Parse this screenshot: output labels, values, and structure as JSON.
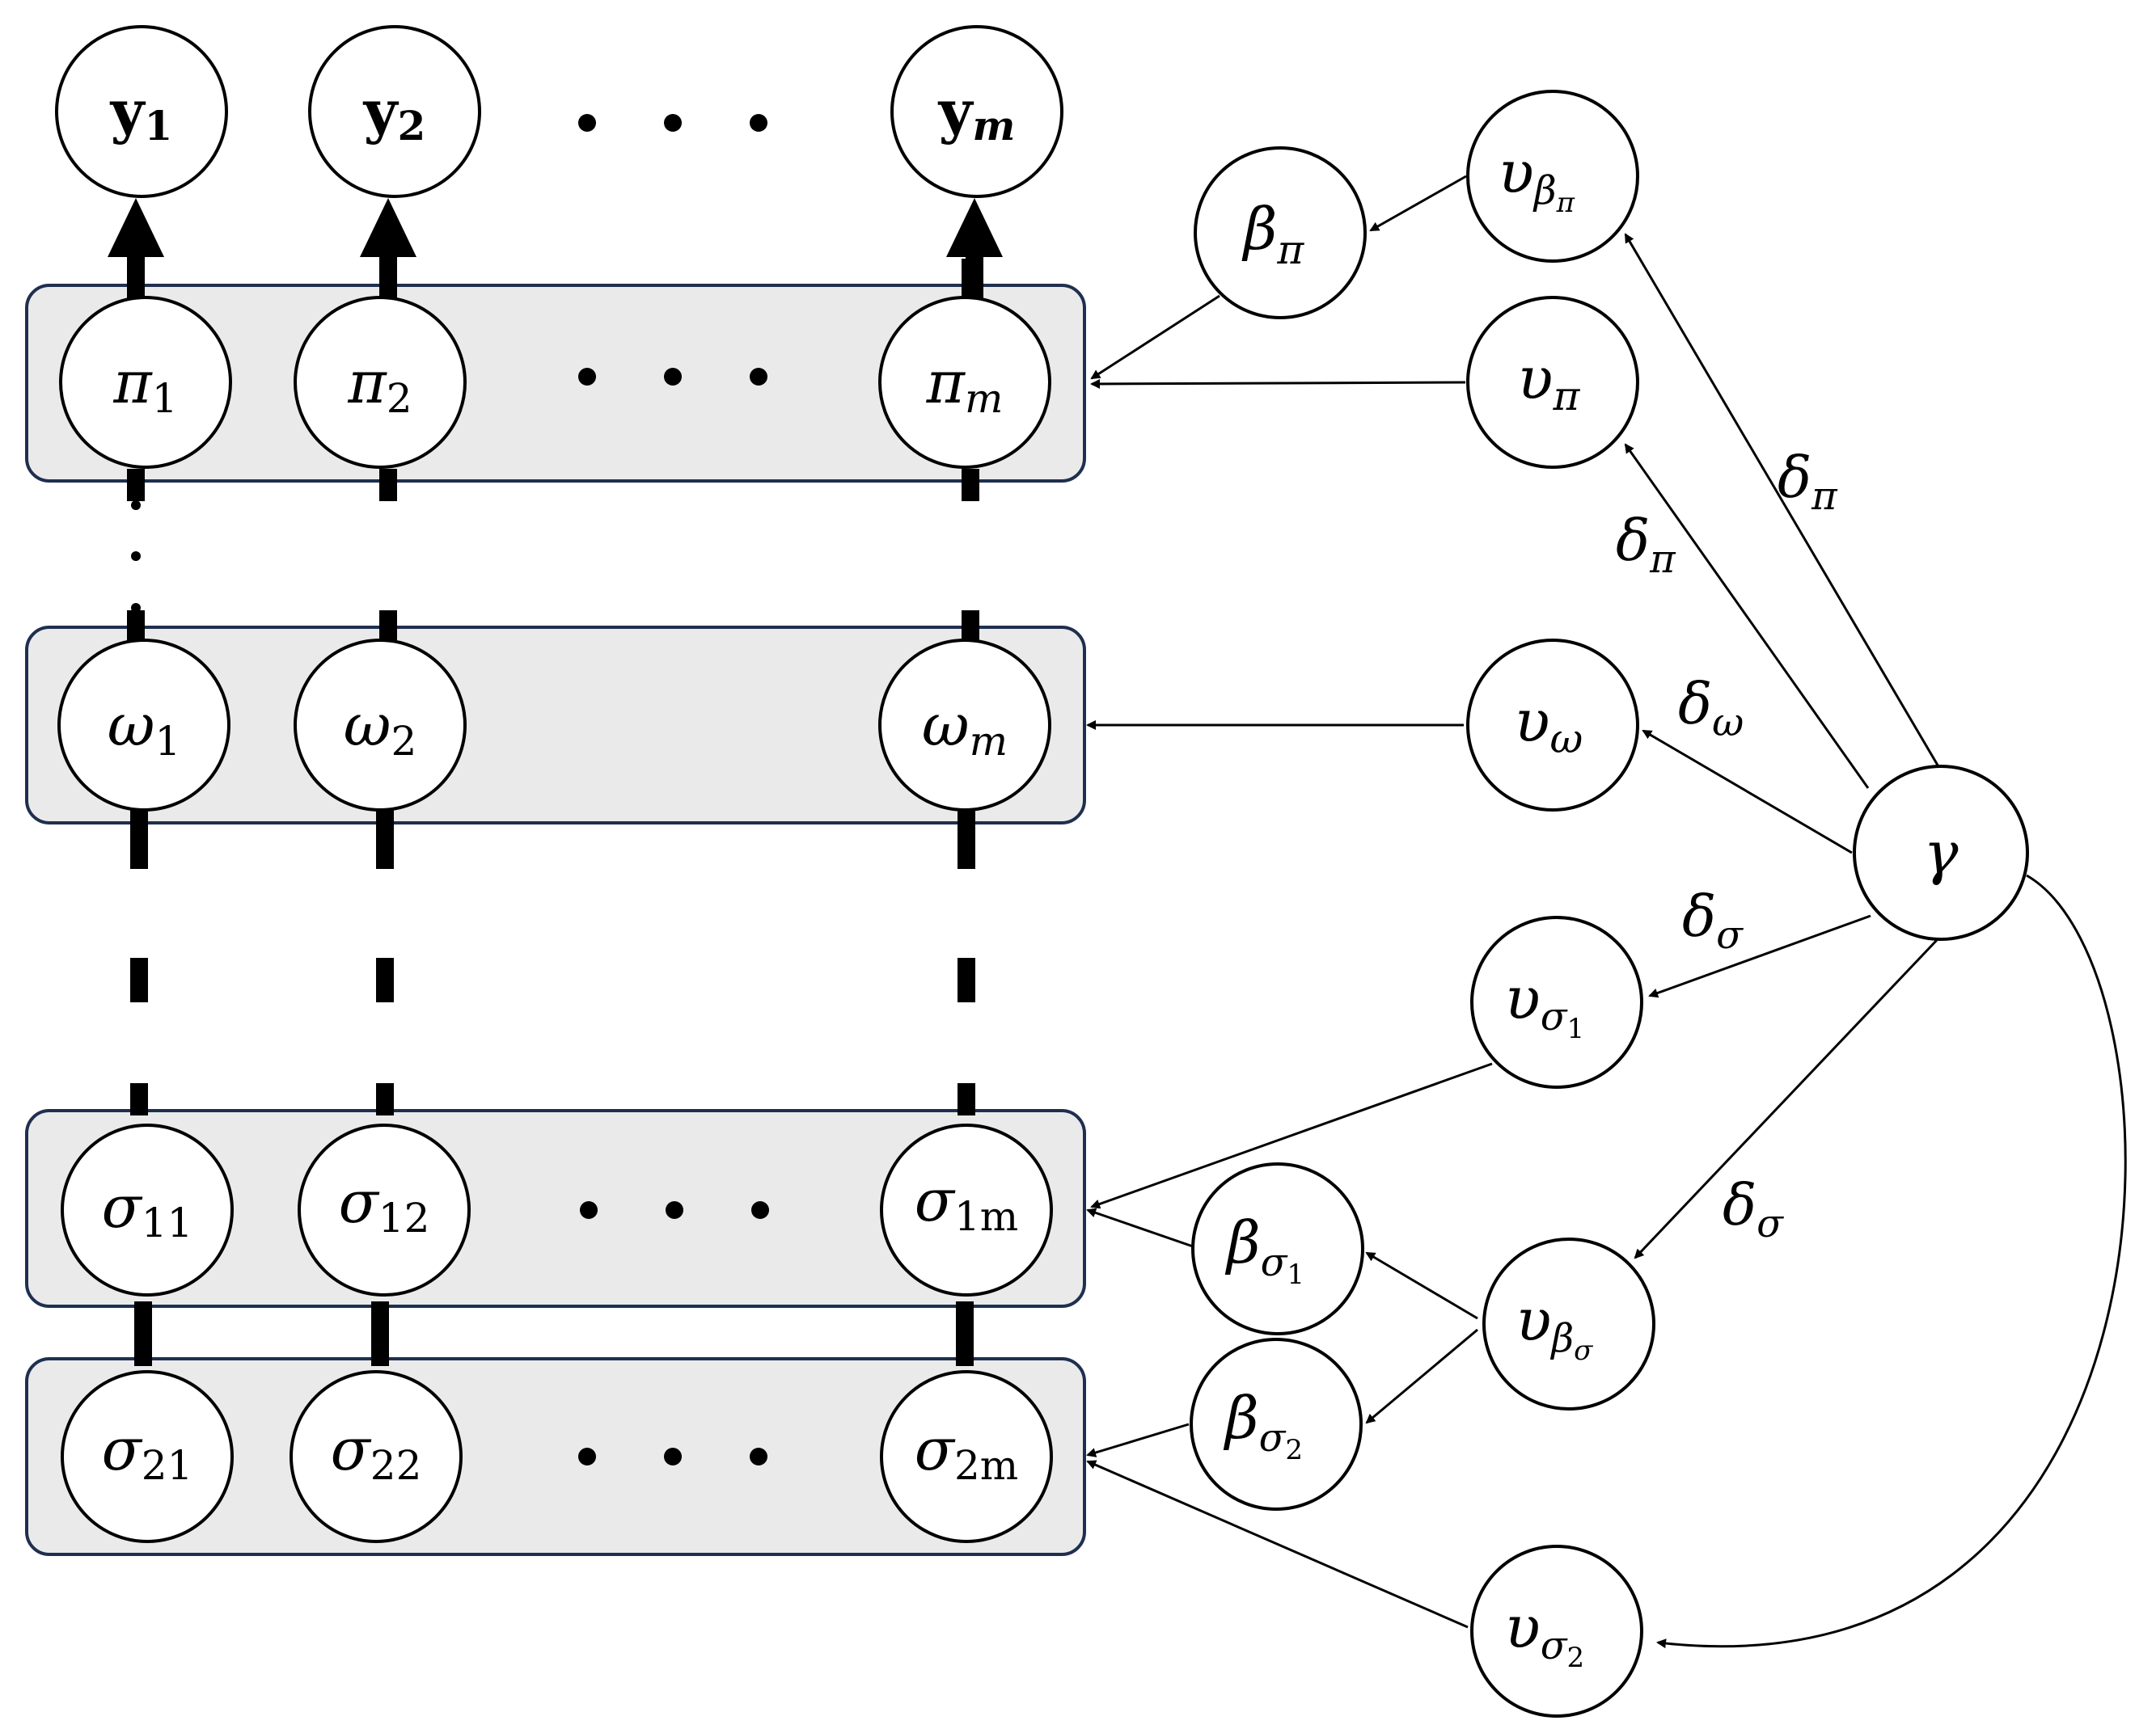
{
  "nodes": {
    "y1": {
      "base": "y",
      "sub": "1",
      "bold": true
    },
    "y2": {
      "base": "y",
      "sub": "2",
      "bold": true
    },
    "ym": {
      "base": "y",
      "sub": "m",
      "bold": true
    },
    "pi1": {
      "base": "π",
      "sub": "1"
    },
    "pi2": {
      "base": "π",
      "sub": "2"
    },
    "pim": {
      "base": "π",
      "sub": "m"
    },
    "om1": {
      "base": "ω",
      "sub": "1"
    },
    "om2": {
      "base": "ω",
      "sub": "2"
    },
    "omm": {
      "base": "ω",
      "sub": "m"
    },
    "s11": {
      "base": "σ",
      "sub": "11"
    },
    "s12": {
      "base": "σ",
      "sub": "12"
    },
    "s1m": {
      "base": "σ",
      "sub": "1m"
    },
    "s21": {
      "base": "σ",
      "sub": "21"
    },
    "s22": {
      "base": "σ",
      "sub": "22"
    },
    "s2m": {
      "base": "σ",
      "sub": "2m"
    },
    "beta_pi": {
      "base": "β",
      "sub": "π"
    },
    "ups_bpi": {
      "base": "υ",
      "sub": "β",
      "subsub": "π"
    },
    "ups_pi": {
      "base": "υ",
      "sub": "π"
    },
    "ups_om": {
      "base": "υ",
      "sub": "ω"
    },
    "gamma": {
      "base": "γ",
      "sub": ""
    },
    "ups_s1": {
      "base": "υ",
      "sub": "σ",
      "subsub": "1"
    },
    "beta_s1": {
      "base": "β",
      "sub": "σ",
      "subsub": "1"
    },
    "ups_bs": {
      "base": "υ",
      "sub": "β",
      "subsub": "σ"
    },
    "beta_s2": {
      "base": "β",
      "sub": "σ",
      "subsub": "2"
    },
    "ups_s2": {
      "base": "υ",
      "sub": "σ",
      "subsub": "2"
    }
  },
  "edge_labels": {
    "delta_pi_outer": {
      "base": "δ",
      "sub": "π"
    },
    "delta_pi_inner": {
      "base": "δ",
      "sub": "π"
    },
    "delta_omega": {
      "base": "δ",
      "sub": "ω"
    },
    "delta_sigma_1": {
      "base": "δ",
      "sub": "σ"
    },
    "delta_sigma_2": {
      "base": "δ",
      "sub": "σ"
    }
  }
}
